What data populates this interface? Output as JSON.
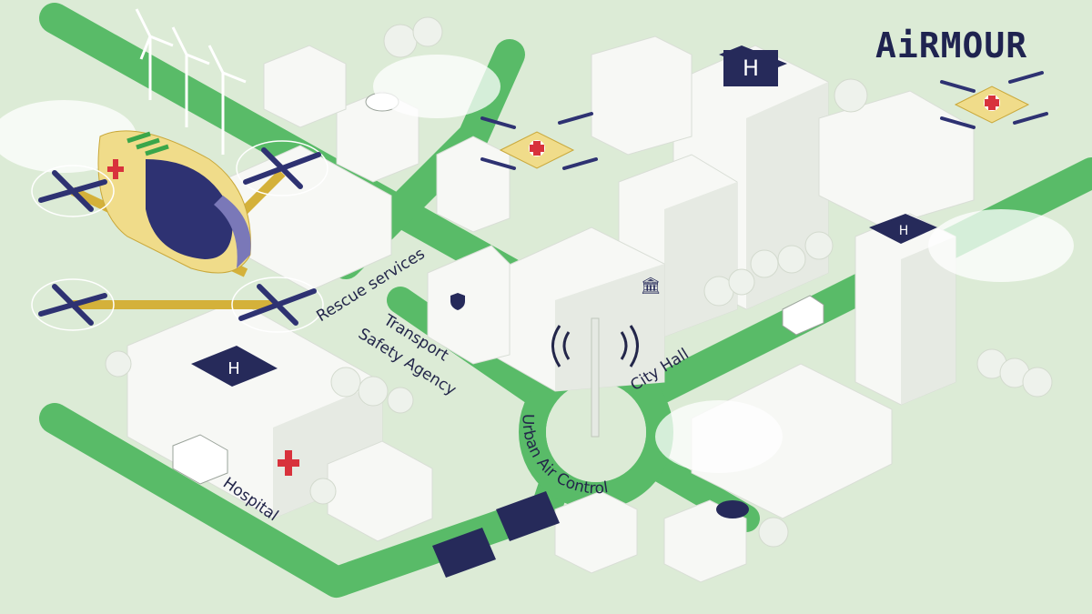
{
  "brand": {
    "logo_text": "AiRMOUR"
  },
  "labels": {
    "rescue_services": "Rescue services",
    "transport_line1": "Transport",
    "transport_line2": "Safety Agency",
    "city_hall": "City Hall",
    "urban_air_control": "Urban Air Control",
    "hospital": "Hospital"
  },
  "colors": {
    "background": "#dcebd6",
    "road": "#59bb68",
    "navy": "#23264a",
    "drone_yellow": "#f0dc8a",
    "cross_red": "#d8323c"
  }
}
